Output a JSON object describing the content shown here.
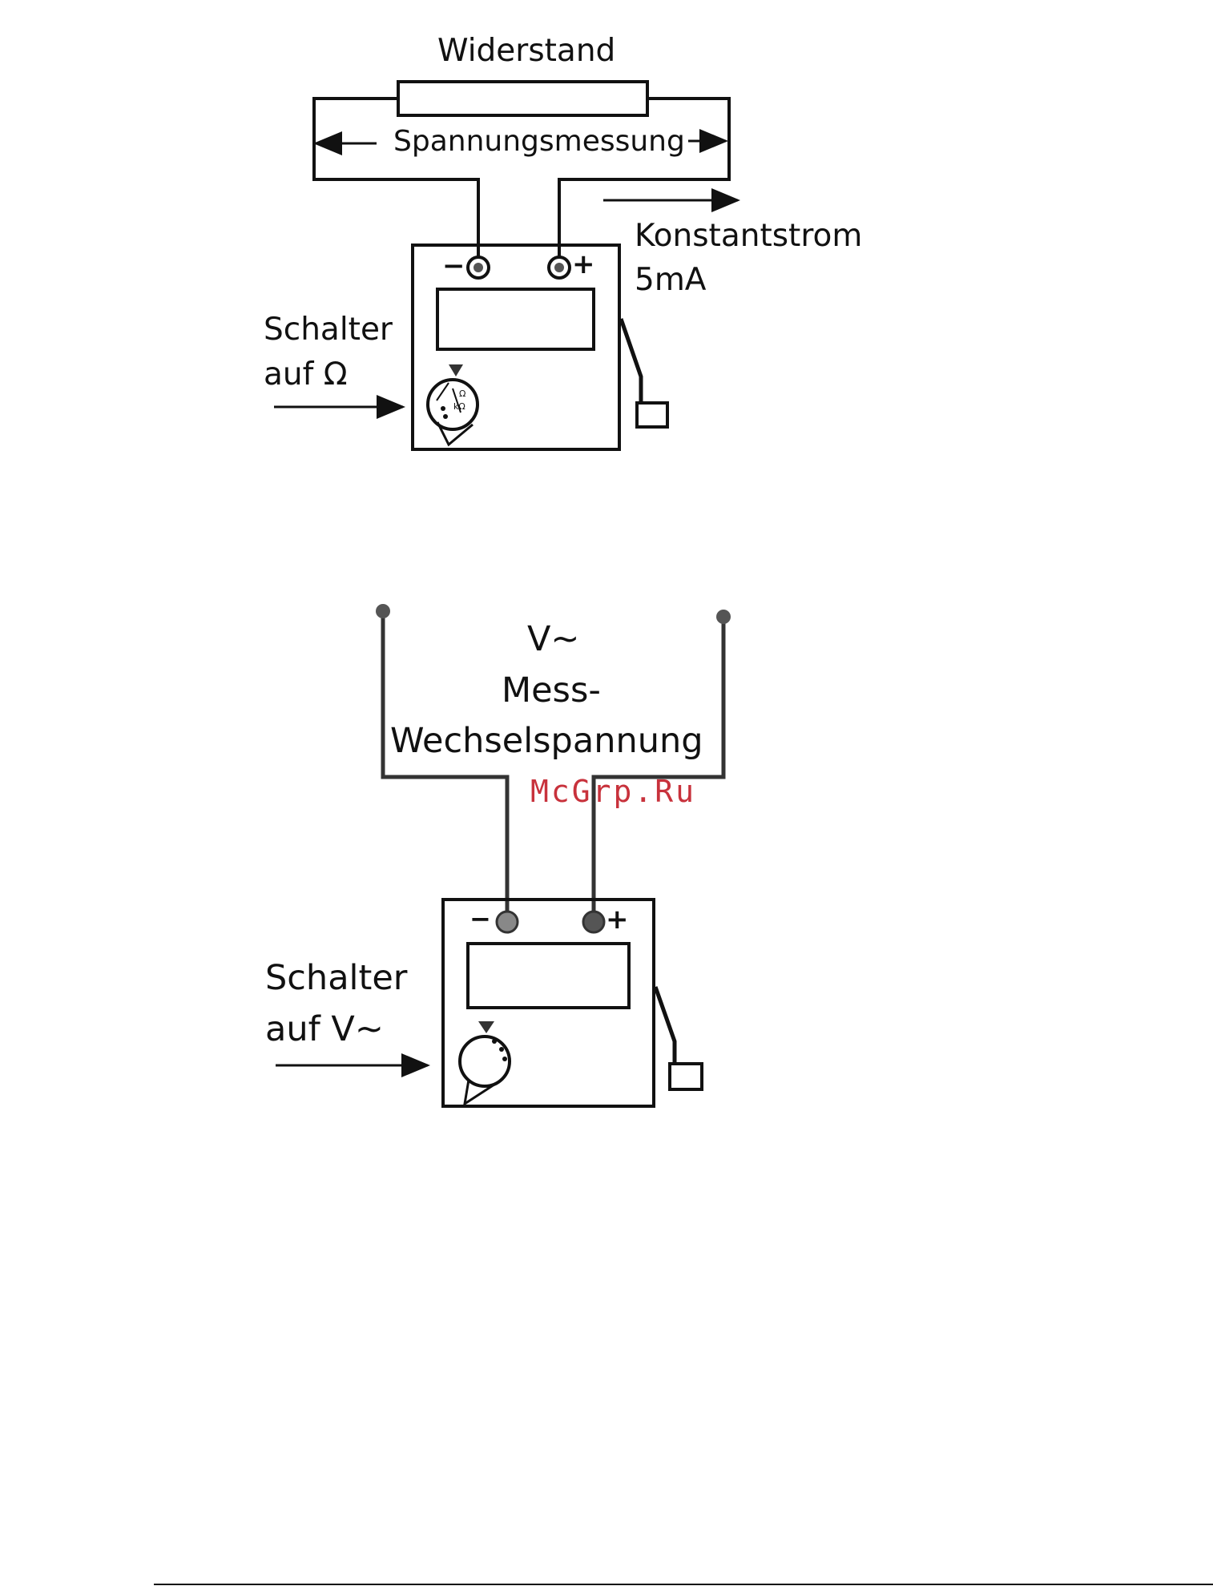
{
  "diagram1": {
    "resistor_label": "Widerstand",
    "voltage_label": "Spannungsmessung",
    "current_label_line1": "Konstantstrom",
    "current_label_line2": "5mA",
    "switch_label_line1": "Schalter",
    "switch_label_line2": "auf Ω",
    "minus": "−",
    "plus": "+",
    "dial_unit": "kΩ",
    "dial_symbol": "Ω"
  },
  "diagram2": {
    "title_line1": "V~",
    "title_line2": "Mess-",
    "title_line3": "Wechselspannung",
    "switch_label_line1": "Schalter",
    "switch_label_line2": "auf V~",
    "minus": "−",
    "plus": "+"
  },
  "watermark": {
    "text": "McGrp.Ru",
    "color": "#c8323c"
  },
  "colors": {
    "line": "#111111",
    "lead": "#333333"
  }
}
